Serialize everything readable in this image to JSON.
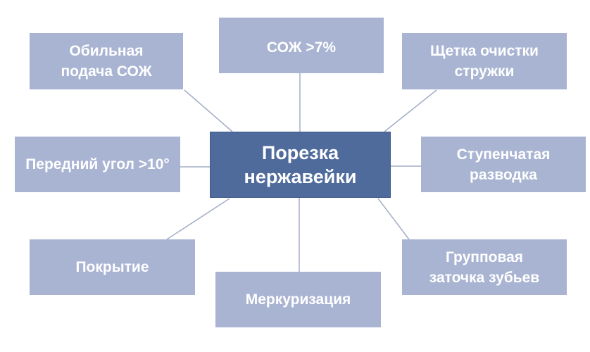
{
  "center": {
    "label": "Порезка нержавейки"
  },
  "nodes": [
    {
      "label": "Обильная подача СОЖ"
    },
    {
      "label": "СОЖ >7%"
    },
    {
      "label": "Щетка очистки стружки"
    },
    {
      "label": "Передний угол >10°"
    },
    {
      "label": "Ступенчатая разводка"
    },
    {
      "label": "Покрытие"
    },
    {
      "label": "Меркуризация"
    },
    {
      "label": "Групповая заточка зубьев"
    }
  ],
  "colors": {
    "center": "#4f6b9c",
    "node": "#a9b4d3",
    "connector": "#a4aec8"
  }
}
